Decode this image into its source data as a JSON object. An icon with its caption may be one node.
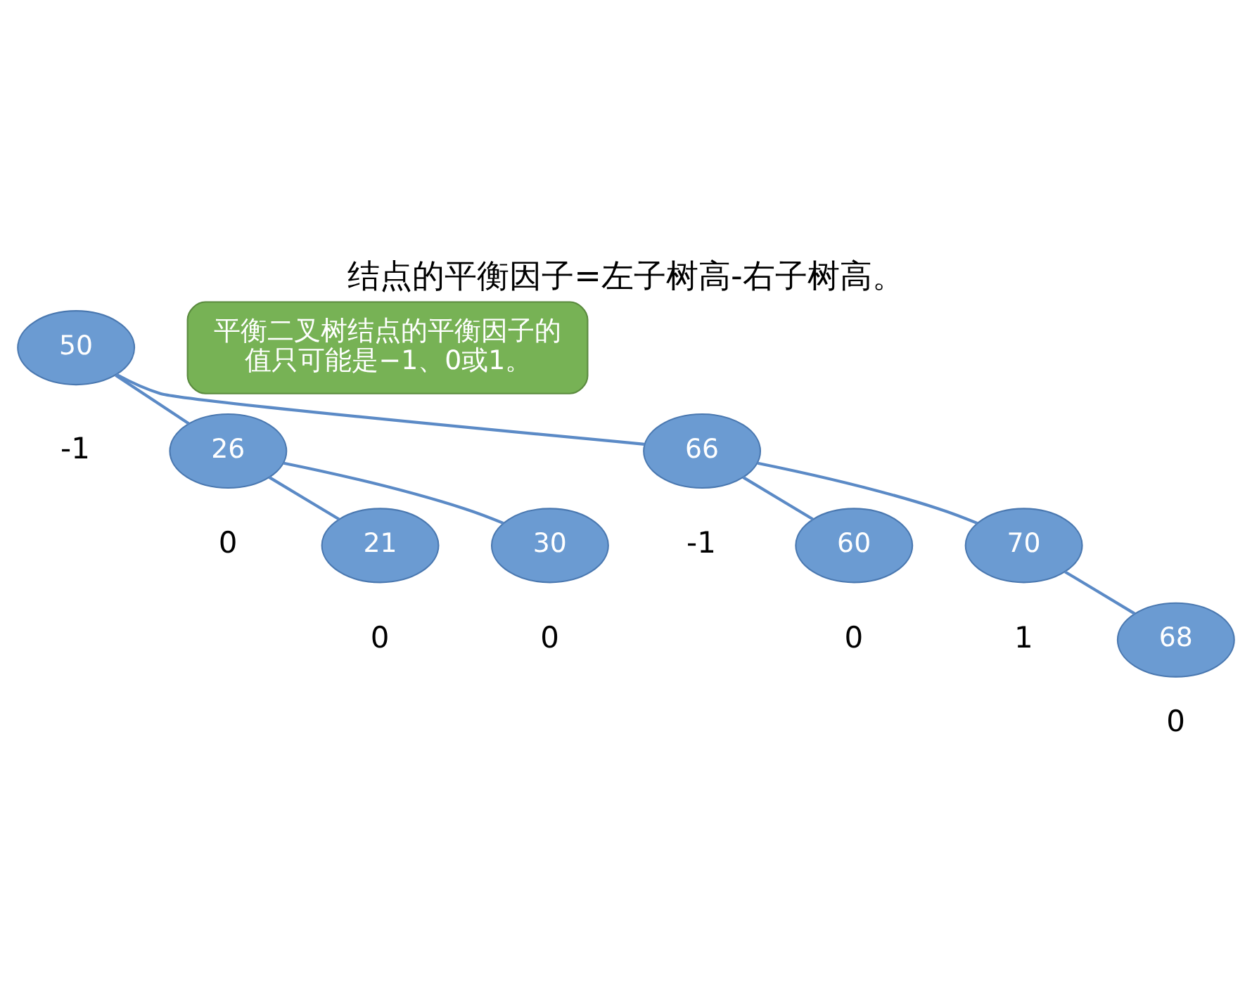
{
  "diagram": {
    "title": "结点的平衡因子=左子树高-右子树高。",
    "nodes": [
      {
        "text": [
          "平衡二叉树结点的平衡因子的值只可能是−1、0或1。"
        ]
      },
      {
        "text": [
          "50"
        ],
        "beside": [
          "-1"
        ]
      },
      {
        "text": [
          "26"
        ],
        "beside": [
          "0"
        ]
      },
      {
        "text": [
          "66"
        ],
        "beside": [
          "-1"
        ]
      },
      {
        "text": [
          "21"
        ],
        "beside": [
          "0"
        ]
      },
      {
        "text": [
          "30"
        ],
        "beside": [
          "0"
        ]
      },
      {
        "text": [
          "60"
        ],
        "beside": [
          "0"
        ]
      },
      {
        "text": [
          "70"
        ],
        "beside": [
          "1"
        ]
      },
      {
        "text": [
          "68"
        ],
        "beside": [
          "0"
        ]
      }
    ],
    "edges": [
      {
        "from": 1,
        "to": 2,
        "arrow": "none"
      },
      {
        "from": 1,
        "to": 3,
        "arrow": "none"
      },
      {
        "from": 2,
        "to": 4,
        "arrow": "none"
      },
      {
        "from": 2,
        "to": 5,
        "arrow": "none"
      },
      {
        "from": 3,
        "to": 6,
        "arrow": "none"
      },
      {
        "from": 3,
        "to": 7,
        "arrow": "none"
      },
      {
        "from": 7,
        "to": 8,
        "arrow": "none"
      }
    ]
  }
}
